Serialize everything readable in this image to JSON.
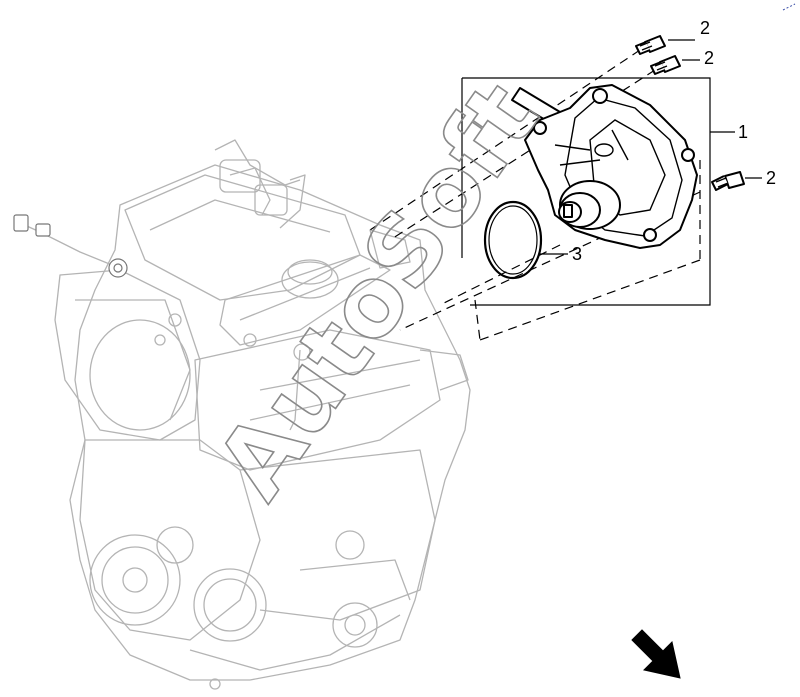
{
  "diagram": {
    "callouts": {
      "part_1": "1",
      "part_2a": "2",
      "part_2b": "2",
      "part_2c": "2",
      "part_3": "3"
    },
    "watermark_text": "AutoSoft",
    "icons": {
      "direction_arrow": "arrow-down-right-icon"
    },
    "colors": {
      "line": "#000000",
      "engine_outline": "#b4b4b4",
      "watermark": "#8a8a8a",
      "background": "#ffffff"
    }
  }
}
